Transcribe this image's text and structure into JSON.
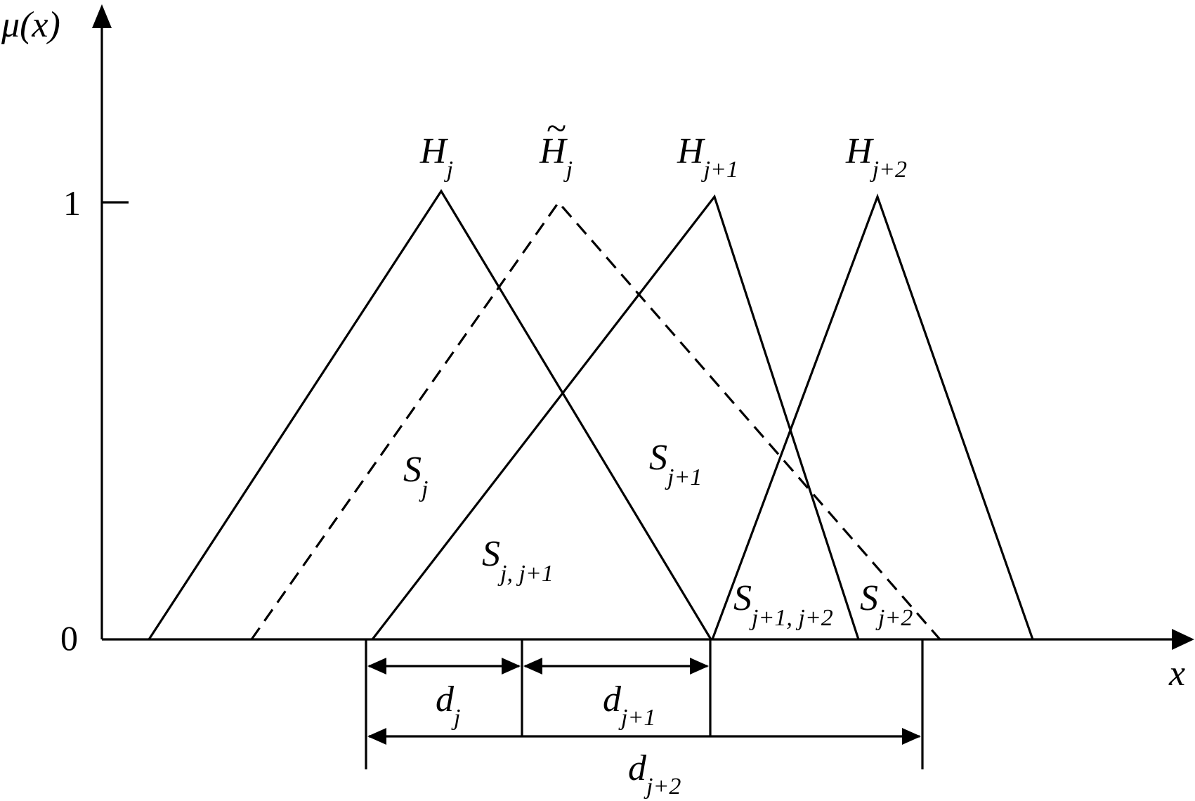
{
  "diagram": {
    "y_axis_label": "μ(x)",
    "x_axis_label": "x",
    "y_tick_1": "1",
    "y_tick_0": "0",
    "membership_functions": [
      {
        "base": "H",
        "sub": "j",
        "tilde": "",
        "style": "solid"
      },
      {
        "base": "H",
        "sub": "j",
        "tilde": "~",
        "style": "dashed"
      },
      {
        "base": "H",
        "sub": "j+1",
        "tilde": "",
        "style": "solid"
      },
      {
        "base": "H",
        "sub": "j+2",
        "tilde": "",
        "style": "solid"
      }
    ],
    "areas": [
      {
        "base": "S",
        "sub": "j"
      },
      {
        "base": "S",
        "sub": "j+1"
      },
      {
        "base": "S",
        "sub": "j, j+1"
      },
      {
        "base": "S",
        "sub": "j+1, j+2"
      },
      {
        "base": "S",
        "sub": "j+2"
      }
    ],
    "distances": [
      {
        "base": "d",
        "sub": "j"
      },
      {
        "base": "d",
        "sub": "j+1"
      },
      {
        "base": "d",
        "sub": "j+2"
      }
    ],
    "colors": {
      "line": "#000000",
      "background": "#ffffff"
    }
  }
}
